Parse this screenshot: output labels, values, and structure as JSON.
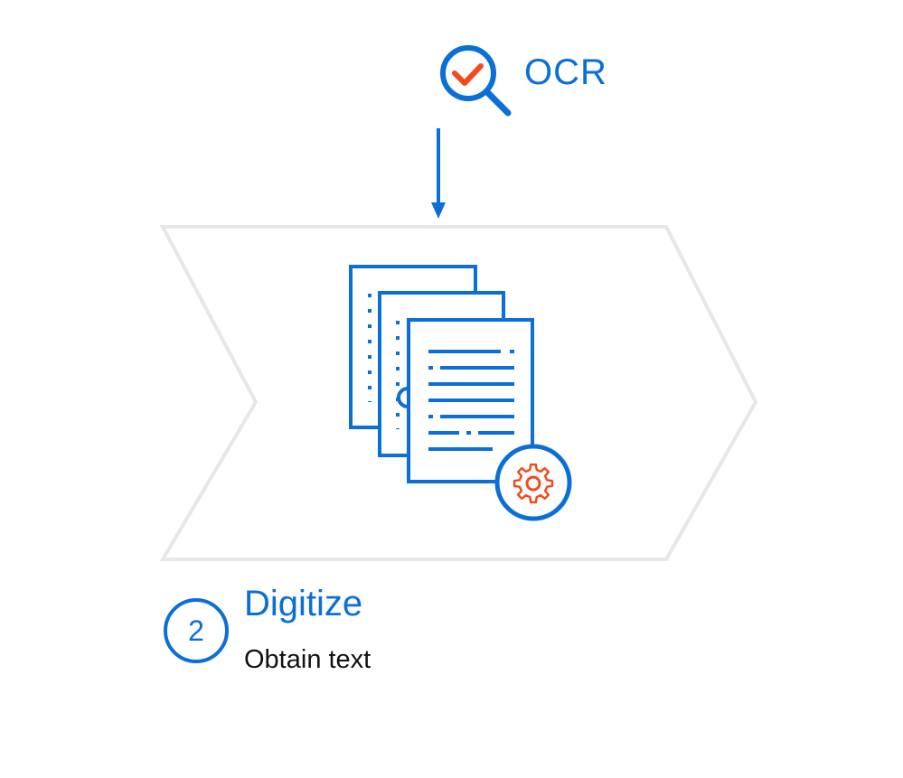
{
  "ocr": {
    "label": "OCR",
    "icon": "magnifier-check-icon"
  },
  "step": {
    "number": "2",
    "title": "Digitize",
    "subtitle": "Obtain text"
  },
  "document_icon": "documents-gear-icon",
  "colors": {
    "primary": "#0b6fd8",
    "accent": "#f04b1f",
    "chevron": "#e6e6e6",
    "text": "#111111"
  }
}
